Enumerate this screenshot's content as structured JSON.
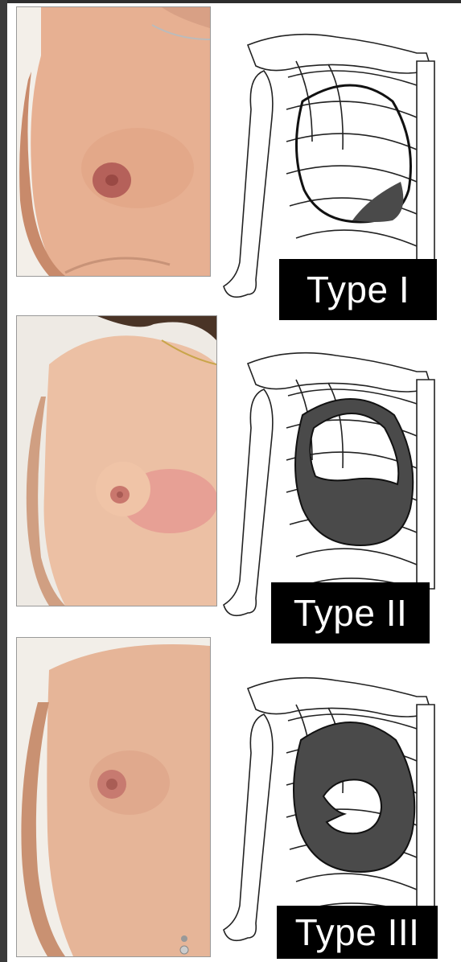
{
  "panels": [
    {
      "label": "Type I"
    },
    {
      "label": "Type II"
    },
    {
      "label": "Type III"
    }
  ],
  "colors": {
    "skin": "#e9b69a",
    "skin_shadow": "#c98f72",
    "label_bg": "#000000",
    "label_text": "#ffffff",
    "shading": "#4a4a4a"
  }
}
